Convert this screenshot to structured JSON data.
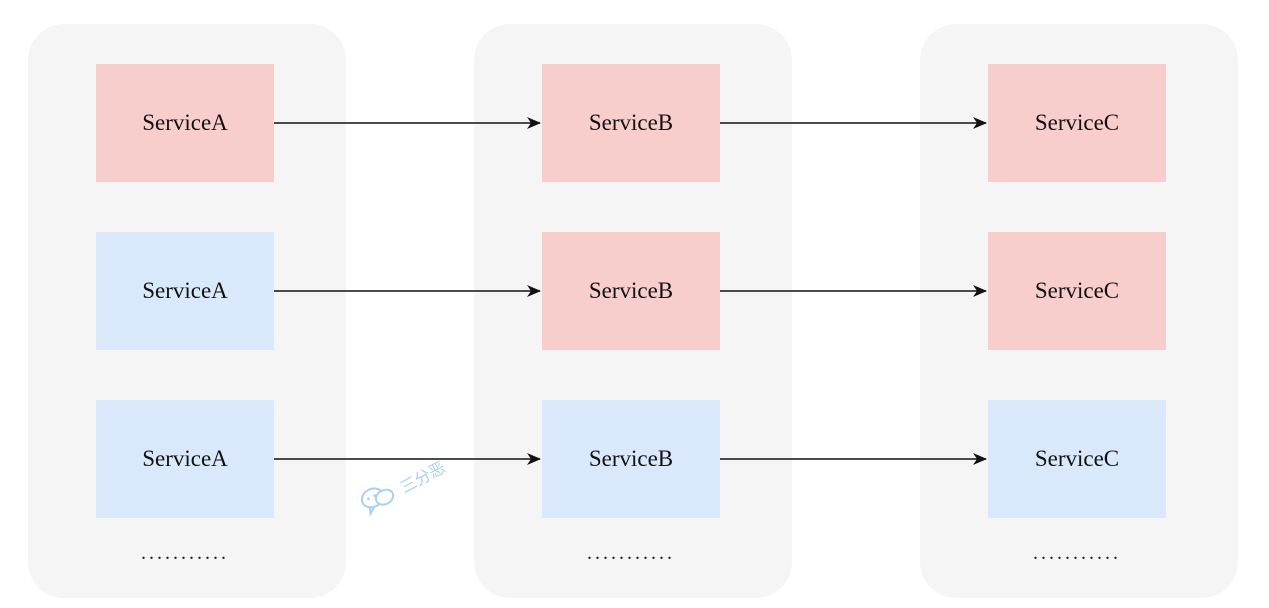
{
  "diagram": {
    "columns": [
      {
        "id": "col-a",
        "nodes": [
          {
            "label": "ServiceA",
            "color": "red"
          },
          {
            "label": "ServiceA",
            "color": "blue"
          },
          {
            "label": "ServiceA",
            "color": "blue"
          }
        ],
        "ellipsis": "..........."
      },
      {
        "id": "col-b",
        "nodes": [
          {
            "label": "ServiceB",
            "color": "red"
          },
          {
            "label": "ServiceB",
            "color": "red"
          },
          {
            "label": "ServiceB",
            "color": "blue"
          }
        ],
        "ellipsis": "..........."
      },
      {
        "id": "col-c",
        "nodes": [
          {
            "label": "ServiceC",
            "color": "red"
          },
          {
            "label": "ServiceC",
            "color": "red"
          },
          {
            "label": "ServiceC",
            "color": "blue"
          }
        ],
        "ellipsis": "..........."
      }
    ],
    "edges": [
      {
        "from": "col-a.0",
        "to": "col-b.0"
      },
      {
        "from": "col-b.0",
        "to": "col-c.0"
      },
      {
        "from": "col-a.1",
        "to": "col-b.1"
      },
      {
        "from": "col-b.1",
        "to": "col-c.1"
      },
      {
        "from": "col-a.2",
        "to": "col-b.2"
      },
      {
        "from": "col-b.2",
        "to": "col-c.2"
      }
    ],
    "colors": {
      "red": "#f8cecc",
      "blue": "#dae8fc",
      "column_bg": "#f5f5f5",
      "arrow": "#111111",
      "watermark": "#9cc8ee"
    }
  },
  "watermark": {
    "icon": "wechat-icon",
    "text": "三分恶"
  }
}
